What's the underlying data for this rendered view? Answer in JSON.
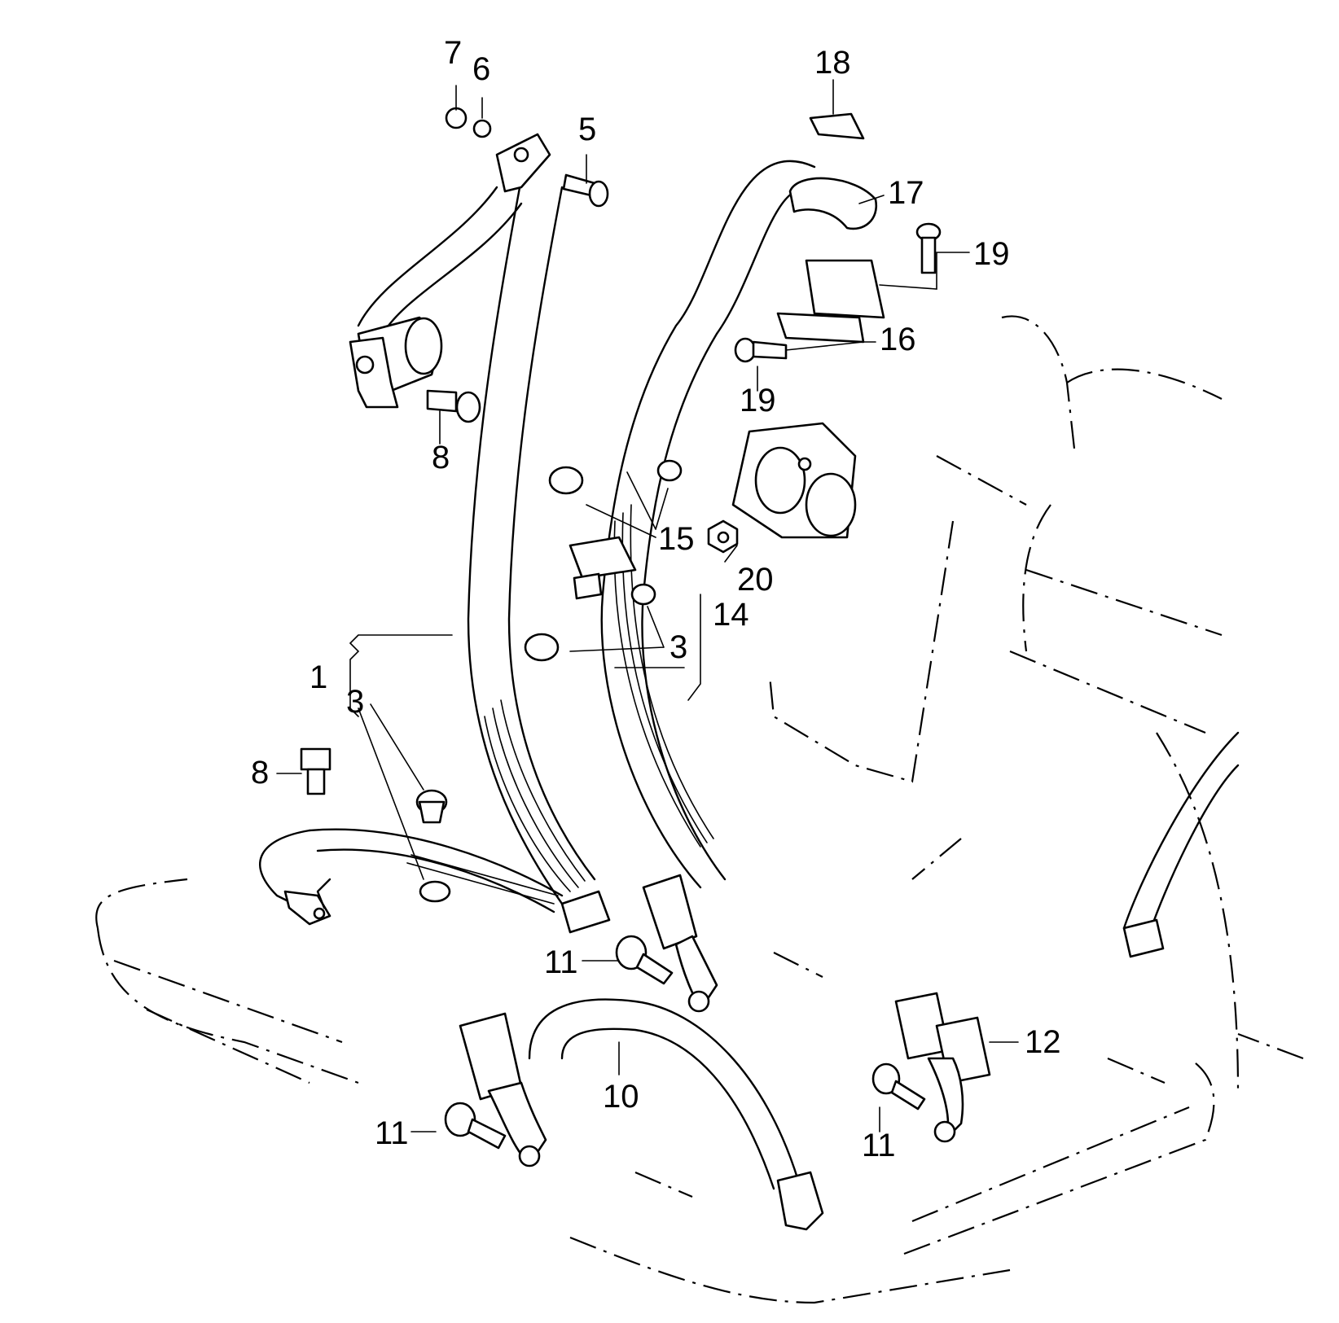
{
  "colors": {
    "ink": "#000000",
    "paper": "#ffffff"
  },
  "callouts": {
    "c1": "1",
    "c3a": "3",
    "c3b": "3",
    "c5": "5",
    "c6": "6",
    "c7": "7",
    "c8a": "8",
    "c8b": "8",
    "c10": "10",
    "c11a": "11",
    "c11b": "11",
    "c11c": "11",
    "c12": "12",
    "c14": "14",
    "c15": "15",
    "c16": "16",
    "c17": "17",
    "c18": "18",
    "c19a": "19",
    "c19b": "19",
    "c20": "20"
  }
}
